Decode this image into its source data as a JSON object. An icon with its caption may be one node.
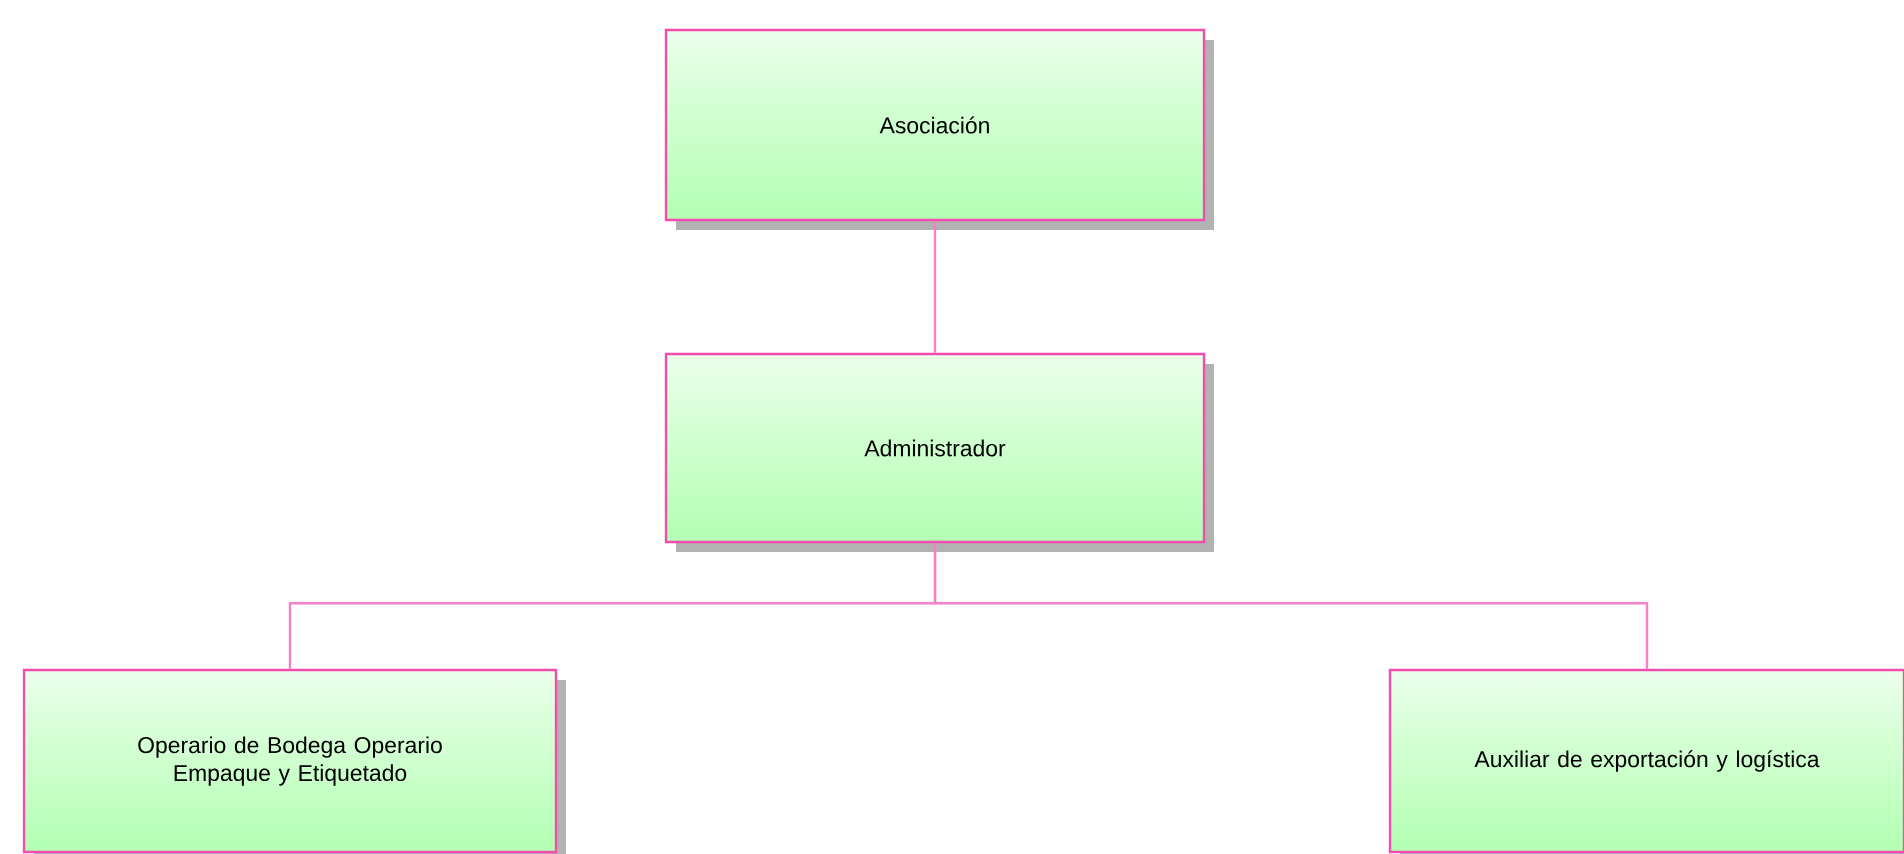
{
  "diagram": {
    "nodes": [
      {
        "text": [
          "Asociación"
        ]
      },
      {
        "text": [
          "Administrador"
        ]
      },
      {
        "text": [
          "Operario de Bodega Operario Empaque y Etiquetado"
        ]
      },
      {
        "text": [
          "Auxiliar de exportación y logística"
        ]
      }
    ],
    "edges": [
      {
        "from": 0,
        "to": 1,
        "arrow": "none"
      },
      {
        "from": 1,
        "to": 2,
        "arrow": "none"
      },
      {
        "from": 1,
        "to": 3,
        "arrow": "none"
      }
    ]
  }
}
